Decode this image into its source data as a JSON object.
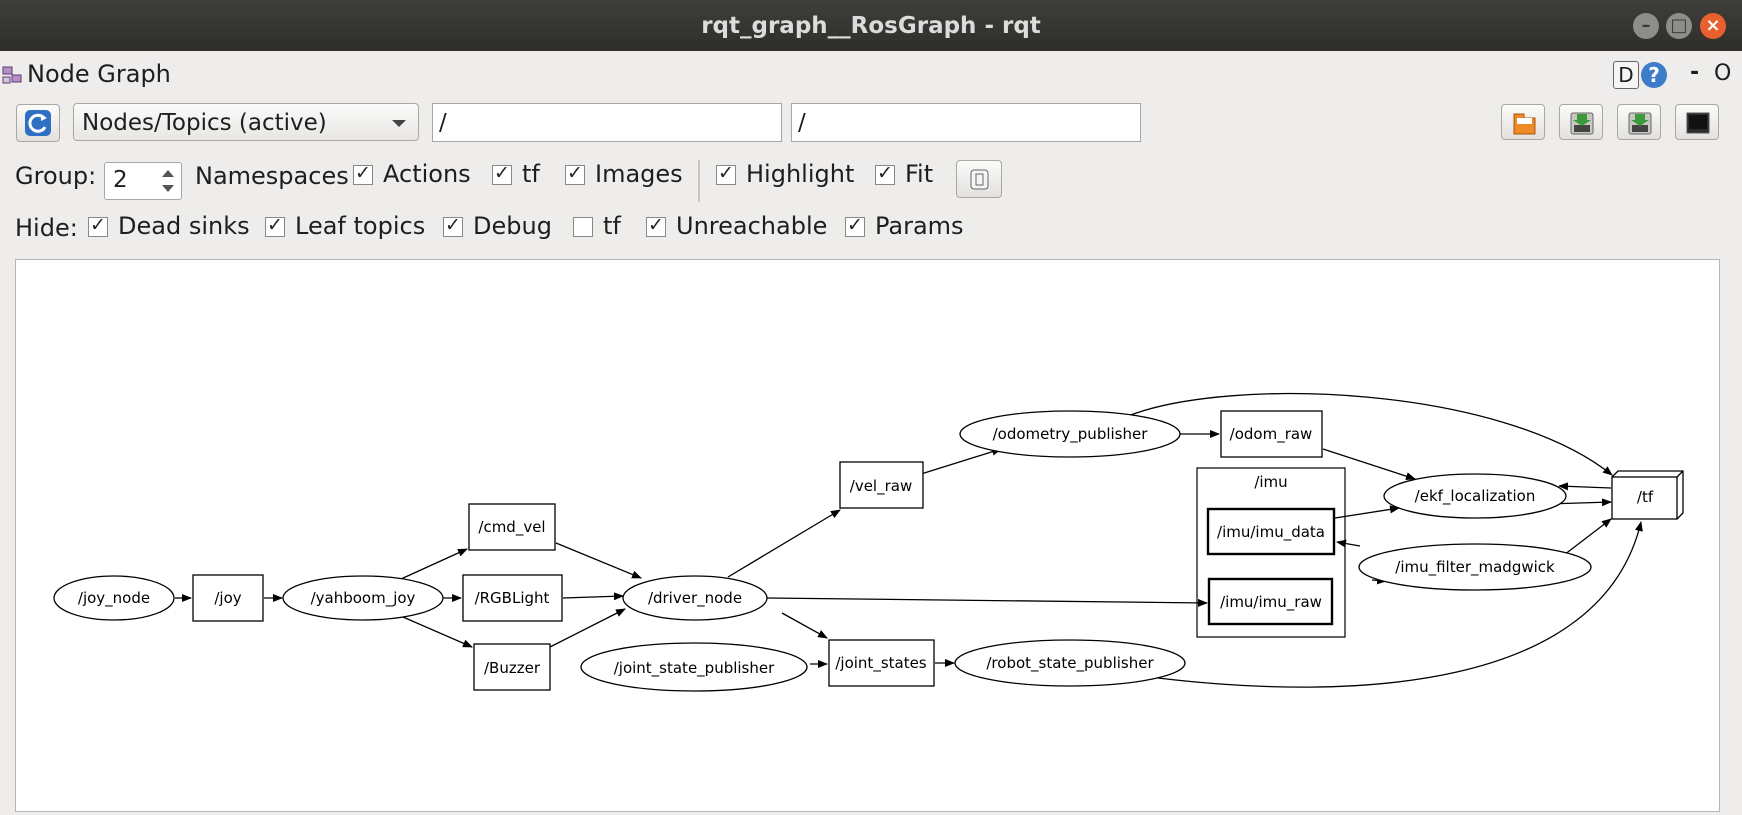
{
  "window": {
    "title": "rqt_graph__RosGraph - rqt",
    "buttons": [
      "minimize",
      "maximize",
      "close"
    ]
  },
  "plugin": {
    "title": "Node Graph",
    "d_label": "D",
    "help_label": "?",
    "dash_label": "-",
    "o_label": "O"
  },
  "toolbar": {
    "refresh_icon": "refresh-icon",
    "mode": "Nodes/Topics (active)",
    "node_filter": "/",
    "topic_filter": "/",
    "right_buttons": [
      "load-icon",
      "save-dot-icon",
      "save-image-icon",
      "screenshot-icon"
    ]
  },
  "group_row": {
    "group_label": "Group:",
    "group_value": "2",
    "namespaces_label": "Namespaces",
    "actions": {
      "label": "Actions",
      "checked": true
    },
    "tf": {
      "label": "tf",
      "checked": true
    },
    "images": {
      "label": "Images",
      "checked": true
    },
    "highlight": {
      "label": "Highlight",
      "checked": true
    },
    "fit": {
      "label": "Fit",
      "checked": true
    }
  },
  "hide_row": {
    "hide_label": "Hide:",
    "dead_sinks": {
      "label": "Dead sinks",
      "checked": true
    },
    "leaf_topics": {
      "label": "Leaf topics",
      "checked": true
    },
    "debug": {
      "label": "Debug",
      "checked": true
    },
    "tf": {
      "label": "tf",
      "checked": false
    },
    "unreachable": {
      "label": "Unreachable",
      "checked": true
    },
    "params": {
      "label": "Params",
      "checked": true
    }
  },
  "graph": {
    "nodes": [
      {
        "id": "joy_node",
        "label": "/joy_node",
        "shape": "ellipse"
      },
      {
        "id": "joy",
        "label": "/joy",
        "shape": "box"
      },
      {
        "id": "yahboom_joy",
        "label": "/yahboom_joy",
        "shape": "ellipse"
      },
      {
        "id": "cmd_vel",
        "label": "/cmd_vel",
        "shape": "box"
      },
      {
        "id": "RGBLight",
        "label": "/RGBLight",
        "shape": "box"
      },
      {
        "id": "Buzzer",
        "label": "/Buzzer",
        "shape": "box"
      },
      {
        "id": "driver_node",
        "label": "/driver_node",
        "shape": "ellipse"
      },
      {
        "id": "joint_state_publisher",
        "label": "/joint_state_publisher",
        "shape": "ellipse"
      },
      {
        "id": "vel_raw",
        "label": "/vel_raw",
        "shape": "box"
      },
      {
        "id": "joint_states",
        "label": "/joint_states",
        "shape": "box"
      },
      {
        "id": "odometry_publisher",
        "label": "/odometry_publisher",
        "shape": "ellipse"
      },
      {
        "id": "robot_state_publisher",
        "label": "/robot_state_publisher",
        "shape": "ellipse"
      },
      {
        "id": "odom_raw",
        "label": "/odom_raw",
        "shape": "box"
      },
      {
        "id": "imu_imu_data",
        "label": "/imu/imu_data",
        "shape": "box"
      },
      {
        "id": "imu_imu_raw",
        "label": "/imu/imu_raw",
        "shape": "box"
      },
      {
        "id": "ekf_localization",
        "label": "/ekf_localization",
        "shape": "ellipse"
      },
      {
        "id": "imu_filter_madgwick",
        "label": "/imu_filter_madgwick",
        "shape": "ellipse"
      },
      {
        "id": "tf",
        "label": "/tf",
        "shape": "box3d"
      }
    ],
    "clusters": [
      {
        "id": "imu_cluster",
        "label": "/imu"
      }
    ]
  }
}
